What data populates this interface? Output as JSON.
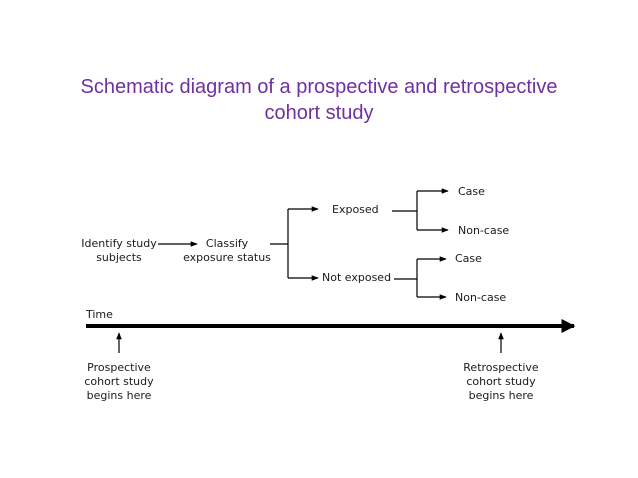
{
  "title": {
    "line1": "Schematic diagram of a prospective and retrospective",
    "line2": "cohort study"
  },
  "nodes": {
    "identify": [
      "Identify study",
      "subjects"
    ],
    "classify": [
      "Classify",
      "exposure status"
    ],
    "exposed": "Exposed",
    "not_exposed": "Not exposed",
    "exposed_case": "Case",
    "exposed_noncase": "Non-case",
    "notexposed_case": "Case",
    "notexposed_noncase": "Non-case"
  },
  "timeline": {
    "label": "Time",
    "prospective": [
      "Prospective",
      "cohort study",
      "begins here"
    ],
    "retrospective": [
      "Retrospective",
      "cohort study",
      "begins here"
    ]
  }
}
